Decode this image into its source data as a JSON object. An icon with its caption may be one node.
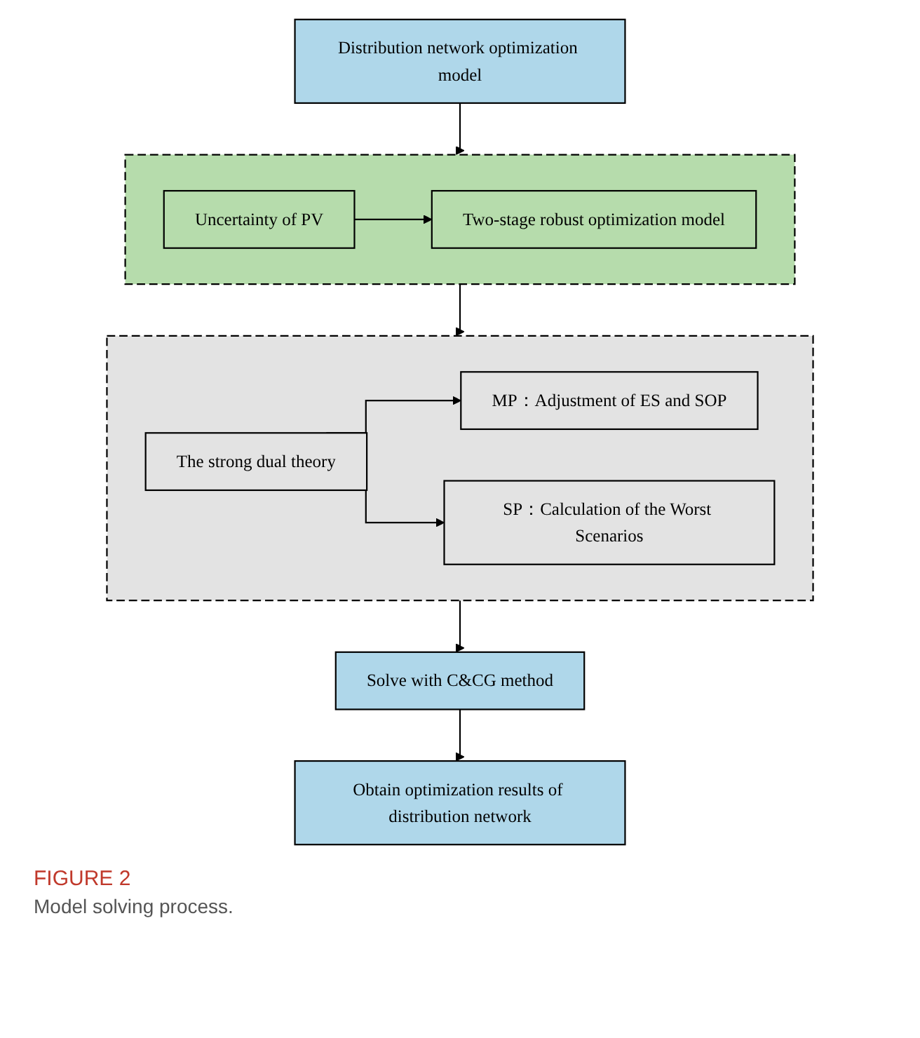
{
  "diagram": {
    "caption": "Model solving process.",
    "nodes": [
      {
        "text": [
          "Distribution network optimization model"
        ]
      },
      {
        "text": [],
        "shape": "box"
      },
      {
        "text": [
          "Uncertainty of PV"
        ],
        "in": 1
      },
      {
        "text": [
          "Two-stage robust optimization model"
        ],
        "in": 1
      },
      {
        "text": [],
        "shape": "box"
      },
      {
        "text": [
          "The strong dual theory"
        ],
        "in": 4
      },
      {
        "text": [
          "MP：Adjustment of ES and SOP"
        ],
        "in": 4
      },
      {
        "text": [
          "SP：Calculation of the Worst Scenarios"
        ],
        "in": 4
      },
      {
        "text": [
          "Solve with C&CG method"
        ]
      },
      {
        "text": [
          "Obtain optimization results of distribution network"
        ]
      }
    ],
    "edges": [
      {
        "from": 0,
        "to": 1,
        "arrow": "to"
      },
      {
        "from": 2,
        "to": 3,
        "arrow": "to"
      },
      {
        "from": 1,
        "to": 4,
        "arrow": "to"
      },
      {
        "from": 5,
        "to": 6,
        "arrow": "to"
      },
      {
        "from": 5,
        "to": 7,
        "arrow": "to"
      },
      {
        "from": 4,
        "to": 8,
        "arrow": "to"
      },
      {
        "from": 8,
        "to": 9,
        "arrow": "to"
      }
    ],
    "labels": [
      "FIGURE 2"
    ]
  }
}
